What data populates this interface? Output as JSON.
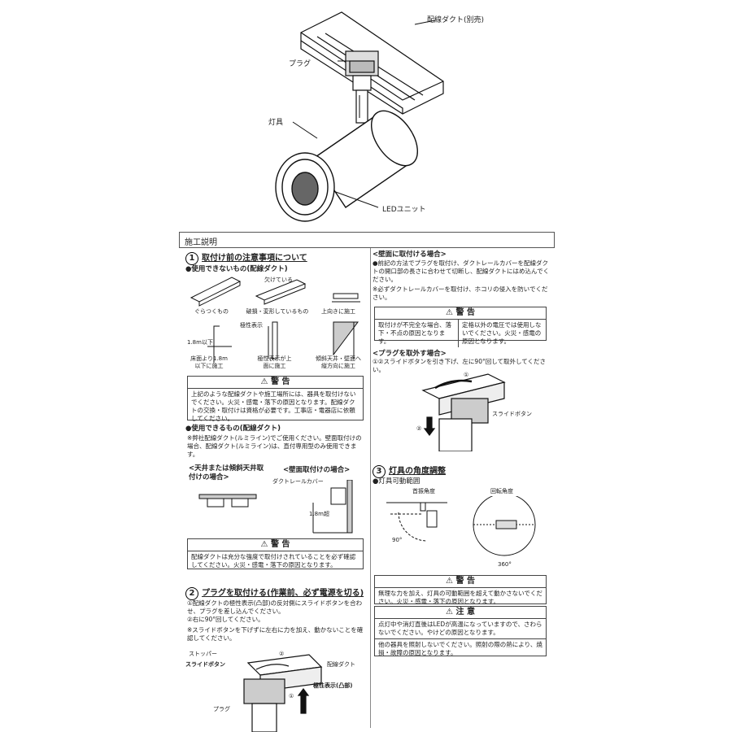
{
  "top": {
    "duct_label": "配線ダクト(別売)",
    "plug_label": "プラグ",
    "fixture_label": "灯具",
    "led_label": "LEDユニット"
  },
  "header": {
    "title": "施工説明"
  },
  "left": {
    "s1": {
      "num": "1",
      "title": "取付け前の注意事項について"
    },
    "unusable_title": "●使用できないもの(配線ダクト)",
    "unusable_captions": [
      "ぐらつくもの",
      "破損・変形しているもの",
      "上向きに施工",
      "床面より1.8m以下に施工",
      "極性表示が上面に施工",
      "傾斜天井・壁面へ縦方向に施工"
    ],
    "cap_kake": "欠けている",
    "cap_kyokusei": "極性表示",
    "cap_18": "1.8m以下",
    "warn1": {
      "head": "警 告",
      "body": "上記のような配線ダクトや施工場所には、器具を取付けないでください。火災・感電・落下の原因となります。配線ダクトの交換・取付けは資格が必要です。工事店・電器店に依頼してください。"
    },
    "usable_title": "●使用できるもの(配線ダクト)",
    "usable_note": "※弊社配線ダクト(ルミライン)でご使用ください。壁面取付けの場合、配線ダクト(ルミライン)は、直付専用型のみ使用できます。",
    "ceiling_title": "<天井または傾斜天井取付けの場合>",
    "wall_title": "<壁面取付けの場合>",
    "duct_cover_label": "ダクトレールカバー",
    "over18_label": "1.8m超",
    "warn2": {
      "head": "警 告",
      "body": "配線ダクトは充分な強度で取付けされていることを必ず確認してください。火災・感電・落下の原因となります。"
    },
    "s2": {
      "num": "2",
      "title": "プラグを取付ける(作業前、必ず電源を切る)"
    },
    "s2_steps": [
      "①配線ダクトの極性表示(凸部)の反対側にスライドボタンを合わせ、プラグを差し込んでください。",
      "②右に90°回してください。",
      "※スライドボタンを下げずに左右に力を加え、動かないことを確認してください。"
    ],
    "stopper": "ストッパー",
    "slide_btn": "スライドボタン",
    "duct": "配線ダクト",
    "polarity": "極性表示(凸部)",
    "plug": "プラグ",
    "circ2": "②",
    "circ1": "①"
  },
  "right": {
    "wall_title": "<壁面に取付ける場合>",
    "wall_text": "●前記の方法でプラグを取付け、ダクトレールカバーを配線ダクトの開口部の長さに合わせて切断し、配線ダクトにはめ込んでください。",
    "wall_note": "※必ずダクトレールカバーを取付け、ホコリの侵入を防いでください。",
    "warn3": {
      "head": "警 告",
      "left": "取付けが不完全な場合、落下・不点の原因となります。",
      "right": "定格以外の電圧では使用しないでください。火災・感電の原因となります。"
    },
    "remove_title": "<プラグを取外す場合>",
    "remove_text": "①②スライドボタンを引き下げ、左に90°回して取外してください。",
    "slide_btn": "スライドボタン",
    "circ1": "①",
    "circ2": "②",
    "s3": {
      "num": "3",
      "title": "灯具の角度調整"
    },
    "range_title": "●灯具可動範囲",
    "tilt_label": "首振角度",
    "rotate_label": "回転角度",
    "deg90": "90°",
    "deg360": "360°",
    "warn4": {
      "head": "警 告",
      "body": "無理な力を加え、灯具の可動範囲を超えて動かさないでください。火災・感電・落下の原因となります。"
    },
    "caution": {
      "head": "注 意",
      "body1": "点灯中や消灯直後はLEDが高温になっていますので、さわらないでください。やけどの原因となります。",
      "body2": "他の器具を照射しないでください。照射の際の熱により、焼損・故障の原因となります。"
    }
  }
}
